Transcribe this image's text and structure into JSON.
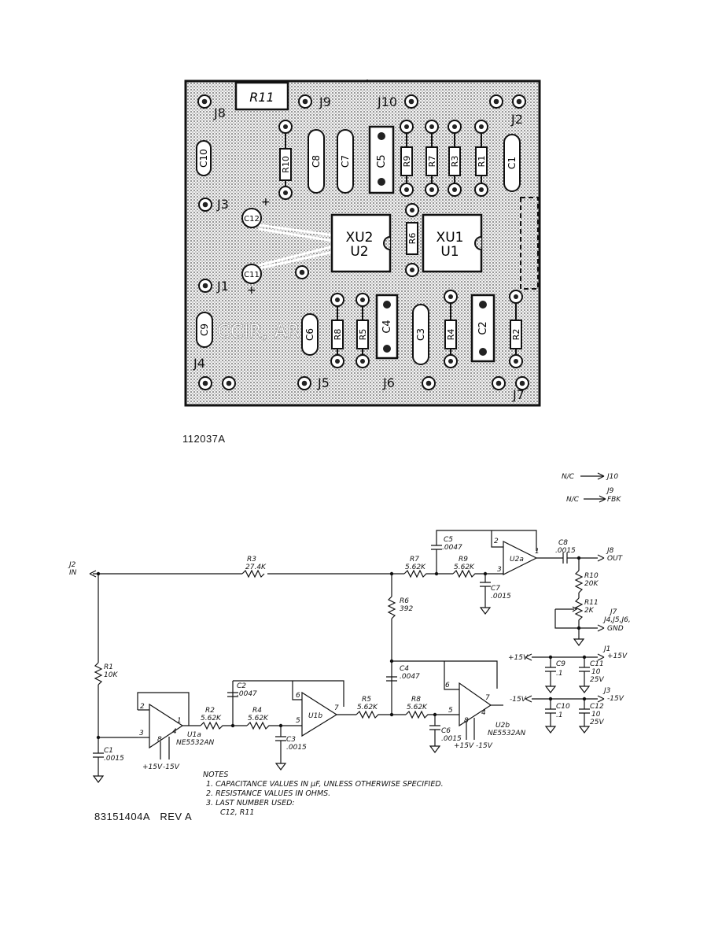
{
  "pcb": {
    "drawing_number": "112037A",
    "board_label": "CCIR, AR",
    "jacks": {
      "J1": "J1",
      "J2": "J2",
      "J3": "J3",
      "J4": "J4",
      "J5": "J5",
      "J6": "J6",
      "J7": "J7",
      "J8": "J8",
      "J9": "J9",
      "J10": "J10"
    },
    "parts": {
      "R11": "R11",
      "R10": "R10",
      "R9": "R9",
      "R8": "R8",
      "R7": "R7",
      "R6": "R6",
      "R5": "R5",
      "R4": "R4",
      "R3": "R3",
      "R2": "R2",
      "R1": "R1",
      "C1": "C1",
      "C2": "C2",
      "C3": "C3",
      "C4": "C4",
      "C5": "C5",
      "C6": "C6",
      "C7": "C7",
      "C8": "C8",
      "C9": "C9",
      "C10": "C10",
      "C11": "C11",
      "C12": "C12",
      "XU2": "XU2",
      "U2": "U2",
      "XU1": "XU1",
      "U1": "U1"
    }
  },
  "schematic": {
    "drawing_number": "83151404A",
    "revision": "REV A",
    "nc_j10": "N/C",
    "j10": "J10",
    "nc_j9": "N/C",
    "j9": "J9",
    "fbk": "FBK",
    "j2": "J2",
    "in": "IN",
    "j8": "J8",
    "out": "OUT",
    "j7": "J7",
    "gnd_jacks": "J4,J5,J6,",
    "gnd": "GND",
    "j1": "J1",
    "plus15": "+15V",
    "j3": "J3",
    "minus15": "-15V",
    "r1": "R1",
    "r1v": "10K",
    "r2": "R2",
    "r2v": "5.62K",
    "r3": "R3",
    "r3v": "27.4K",
    "r4": "R4",
    "r4v": "5.62K",
    "r5": "R5",
    "r5v": "5.62K",
    "r6": "R6",
    "r6v": "392",
    "r7": "R7",
    "r7v": "5.62K",
    "r8": "R8",
    "r8v": "5.62K",
    "r9": "R9",
    "r9v": "5.62K",
    "r10": "R10",
    "r10v": "20K",
    "r11": "R11",
    "r11v": "2K",
    "c1": "C1",
    "c1v": ".0015",
    "c2": "C2",
    "c2v": ".0047",
    "c3": "C3",
    "c3v": ".0015",
    "c4": "C4",
    "c4v": ".0047",
    "c5": "C5",
    "c5v": ".0047",
    "c6": "C6",
    "c6v": ".0015",
    "c7": "C7",
    "c7v": ".0015",
    "c8": "C8",
    "c8v": ".0015",
    "c9": "C9",
    "c9v": ".1",
    "c10": "C10",
    "c10v": ".1",
    "c11": "C11",
    "c11v": "10",
    "c11r": "25V",
    "c12": "C12",
    "c12v": "10",
    "c12r": "25V",
    "u1a": "U1a",
    "u1a_part": "NE5532AN",
    "u1b": "U1b",
    "u2a": "U2a",
    "u2b": "U2b",
    "u2b_part": "NE5532AN",
    "pin1": "1",
    "pin2": "2",
    "pin3": "3",
    "pin4": "4",
    "pin5": "5",
    "pin6": "6",
    "pin7": "7",
    "pin8": "8",
    "supply_plus": "+15V",
    "supply_minus": "-15V",
    "notes_title": "NOTES",
    "note1": "1. CAPACITANCE VALUES IN µF, UNLESS OTHERWISE SPECIFIED.",
    "note2": "2. RESISTANCE VALUES IN OHMS.",
    "note3": "3. LAST NUMBER USED:",
    "note3b": "C12, R11"
  }
}
